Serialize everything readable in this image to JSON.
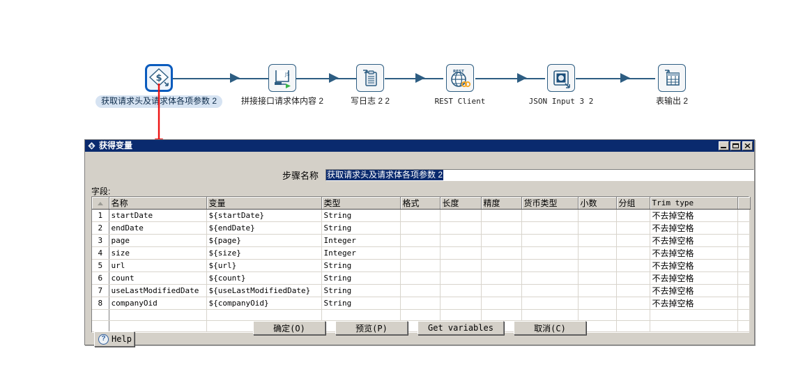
{
  "canvas": {
    "steps": [
      {
        "label": "获取请求头及请求体各项参数 2",
        "icon": "get-variables-icon",
        "selected": true,
        "mono": false
      },
      {
        "label": "拼接接口请求体内容 2",
        "icon": "javascript-script-icon",
        "selected": false,
        "mono": false
      },
      {
        "label": "写日志 2 2",
        "icon": "write-to-log-icon",
        "selected": false,
        "mono": false
      },
      {
        "label": "REST Client",
        "icon": "rest-client-icon",
        "selected": false,
        "mono": true
      },
      {
        "label": "JSON Input 3 2",
        "icon": "json-input-icon",
        "selected": false,
        "mono": true
      },
      {
        "label": "表输出 2",
        "icon": "table-output-icon",
        "selected": false,
        "mono": false
      }
    ],
    "annotation": {
      "name": "red-pointer-arrow",
      "color": "#ee1111"
    },
    "connector_color": "#2d5d82"
  },
  "dialog": {
    "title": "获得变量",
    "title_icon": "get-variables-icon",
    "titlebar_color": "#0a2a6e",
    "window_buttons": [
      {
        "name": "minimize-button",
        "glyph": "_"
      },
      {
        "name": "maximize-button",
        "glyph": "□"
      },
      {
        "name": "close-button",
        "glyph": "✕"
      }
    ],
    "step_name": {
      "label": "步骤名称",
      "value": "获取请求头及请求体各项参数 2",
      "selected": true,
      "selection_color": "#0a2a6e"
    },
    "fields_label": "字段:",
    "grid": {
      "columns": [
        "名称",
        "变量",
        "类型",
        "格式",
        "长度",
        "精度",
        "货币类型",
        "小数",
        "分组",
        "Trim type"
      ],
      "rows": [
        {
          "n": "1",
          "name": "startDate",
          "variable": "${startDate}",
          "type": "String",
          "format": "",
          "length": "",
          "precision": "",
          "currency": "",
          "decimal": "",
          "group": "",
          "trim": "不去掉空格"
        },
        {
          "n": "2",
          "name": "endDate",
          "variable": "${endDate}",
          "type": "String",
          "format": "",
          "length": "",
          "precision": "",
          "currency": "",
          "decimal": "",
          "group": "",
          "trim": "不去掉空格"
        },
        {
          "n": "3",
          "name": "page",
          "variable": "${page}",
          "type": "Integer",
          "format": "",
          "length": "",
          "precision": "",
          "currency": "",
          "decimal": "",
          "group": "",
          "trim": "不去掉空格"
        },
        {
          "n": "4",
          "name": "size",
          "variable": "${size}",
          "type": "Integer",
          "format": "",
          "length": "",
          "precision": "",
          "currency": "",
          "decimal": "",
          "group": "",
          "trim": "不去掉空格"
        },
        {
          "n": "5",
          "name": "url",
          "variable": "${url}",
          "type": "String",
          "format": "",
          "length": "",
          "precision": "",
          "currency": "",
          "decimal": "",
          "group": "",
          "trim": "不去掉空格"
        },
        {
          "n": "6",
          "name": "count",
          "variable": "${count}",
          "type": "String",
          "format": "",
          "length": "",
          "precision": "",
          "currency": "",
          "decimal": "",
          "group": "",
          "trim": "不去掉空格"
        },
        {
          "n": "7",
          "name": "useLastModifiedDate",
          "variable": "${useLastModifiedDate}",
          "type": "String",
          "format": "",
          "length": "",
          "precision": "",
          "currency": "",
          "decimal": "",
          "group": "",
          "trim": "不去掉空格"
        },
        {
          "n": "8",
          "name": "companyOid",
          "variable": "${companyOid}",
          "type": "String",
          "format": "",
          "length": "",
          "precision": "",
          "currency": "",
          "decimal": "",
          "group": "",
          "trim": "不去掉空格"
        },
        {
          "n": "",
          "name": "",
          "variable": "",
          "type": "",
          "format": "",
          "length": "",
          "precision": "",
          "currency": "",
          "decimal": "",
          "group": "",
          "trim": ""
        },
        {
          "n": "",
          "name": "",
          "variable": "",
          "type": "",
          "format": "",
          "length": "",
          "precision": "",
          "currency": "",
          "decimal": "",
          "group": "",
          "trim": ""
        }
      ]
    },
    "buttons": {
      "ok": "确定(O)",
      "preview": "预览(P)",
      "get_variables": "Get variables",
      "cancel": "取消(C)",
      "help": "Help"
    }
  }
}
